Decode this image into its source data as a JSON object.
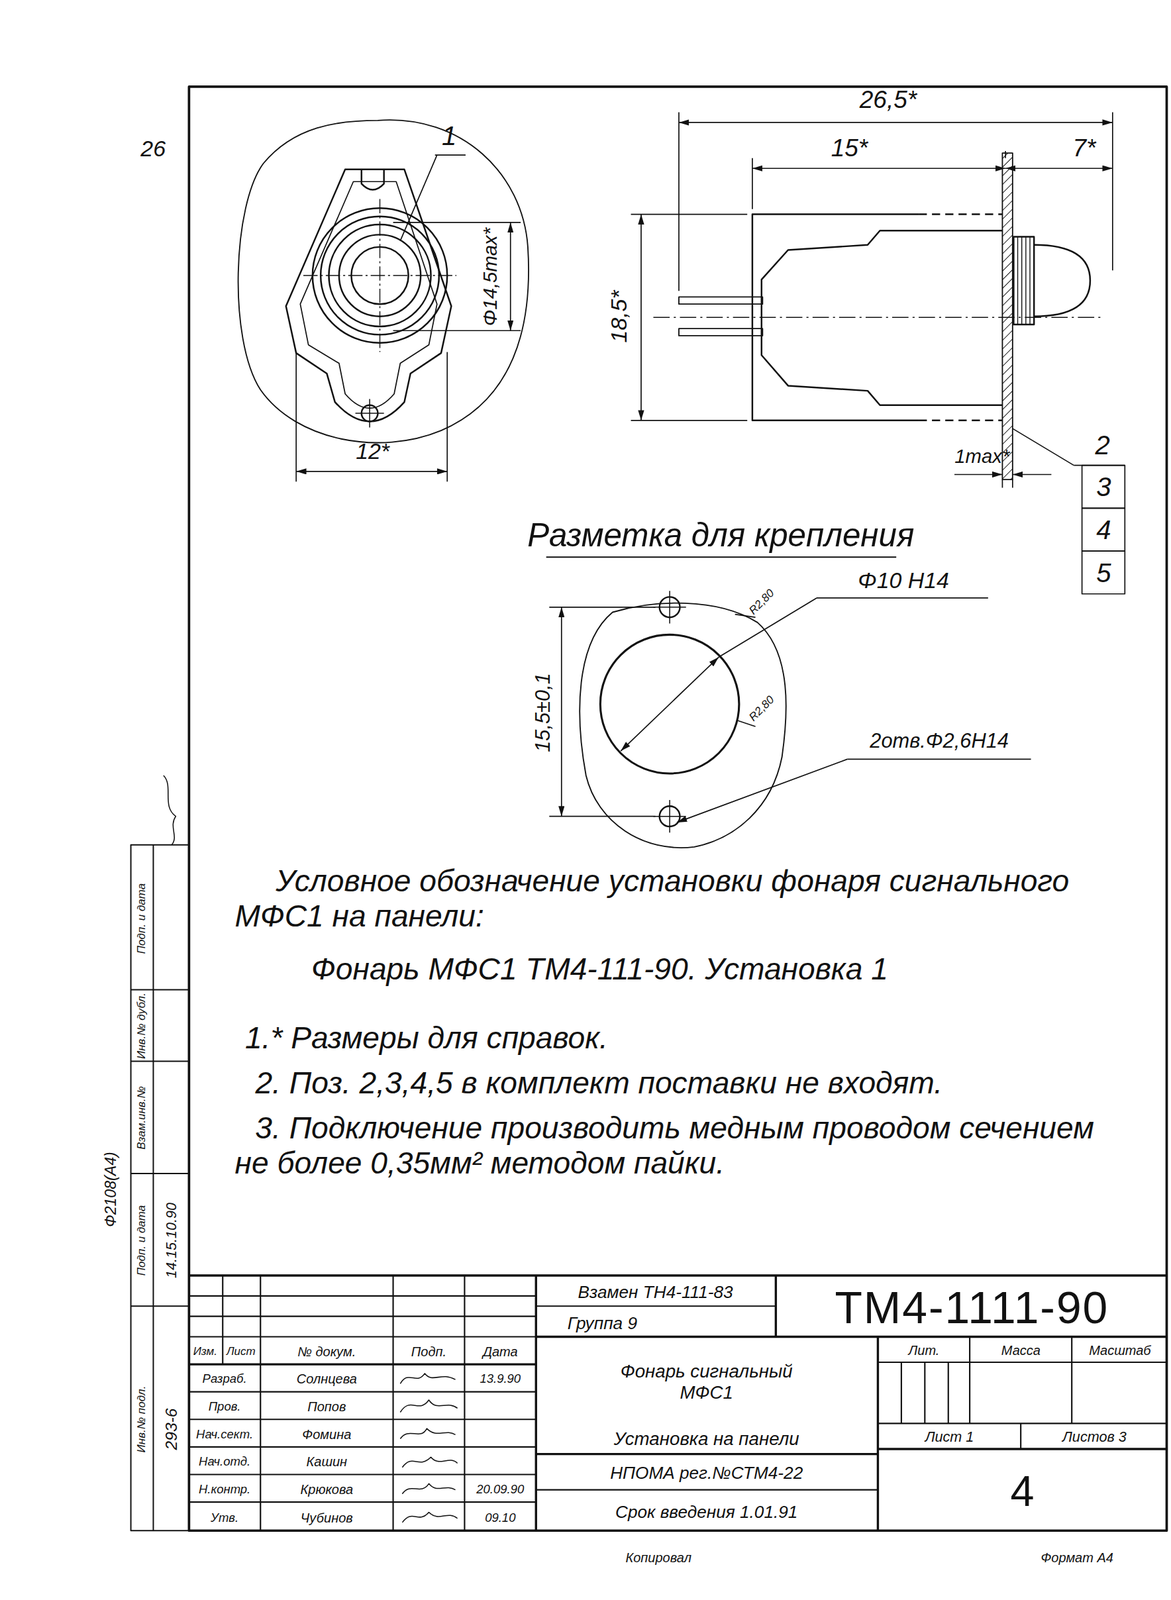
{
  "diagram": {
    "labels": [
      "26",
      "1",
      "Φ14,5max*",
      "12*",
      "26,5*",
      "15*",
      "7*",
      "18,5*",
      "1max*",
      "2",
      "3",
      "4",
      "5",
      "Разметка для крепления",
      "R2,80",
      "Φ10 H14",
      "R2,80",
      "15,5±0,1",
      "2отв.Φ2,6H14",
      "Условное обозначение установки фонаря сигнального МФС1 на панели:",
      "Фонарь МФС1 ТМ4-111-90. Установка 1",
      "1.* Размеры для справок.",
      "2. Поз. 2,3,4,5 в комплект поставки не входят.",
      "3. Подключение производить медным проводом сечением не более 0,35мм² методом пайки.",
      "Ф2108(А4)",
      "Подп. и дата",
      "Инв.№ дубл.",
      "Взам.инв.№",
      "Подп. и дата",
      "Инв.№ подл.",
      "14.15.10.90",
      "293-6",
      "Изм.",
      "Лист",
      "№ докум.",
      "Подп.",
      "Дата",
      "Разраб.",
      "Солнцева",
      "13.9.90",
      "Пров.",
      "Попов",
      "Нач.сект.",
      "Фомина",
      "Нач.отд.",
      "Кашин",
      "Н.контр.",
      "Крюкова",
      "20.09.90",
      "Утв.",
      "Чубинов",
      "09.10",
      "Взамен ТН4-111-83",
      "Группа 9",
      "ТМ4-1111-90",
      "Фонарь сигнальный МФС1",
      "Установка на панели",
      "Лит.",
      "Масса",
      "Масштаб",
      "Лист 1",
      "Листов 3",
      "НПОМА рег.№СТМ4-22",
      "Срок введения 1.01.91",
      "4",
      "Копировал",
      "Формат А4"
    ]
  }
}
